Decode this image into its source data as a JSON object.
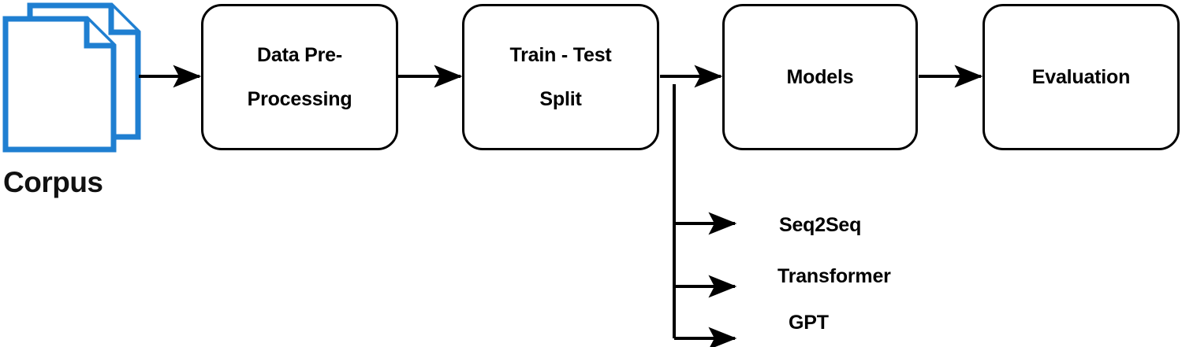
{
  "diagram": {
    "type": "flowchart",
    "title_text": "",
    "colors": {
      "stroke": "#000000",
      "corpus_blue": "#1f7fd1",
      "background": "#ffffff",
      "text": "#000000"
    },
    "source": {
      "icon_name": "documents-stack-icon",
      "label": "Corpus"
    },
    "stages": [
      {
        "id": "preprocessing",
        "lines": [
          "Data Pre-",
          "Processing"
        ]
      },
      {
        "id": "split",
        "lines": [
          "Train - Test",
          "Split"
        ]
      },
      {
        "id": "models",
        "lines": [
          "Models"
        ]
      },
      {
        "id": "evaluation",
        "lines": [
          "Evaluation"
        ]
      }
    ],
    "branch_labels": [
      {
        "id": "seq2seq",
        "label": "Seq2Seq"
      },
      {
        "id": "transformer",
        "label": "Transformer"
      },
      {
        "id": "gpt",
        "label": "GPT"
      }
    ],
    "connectors": [
      {
        "from": "corpus",
        "to": "preprocessing"
      },
      {
        "from": "preprocessing",
        "to": "split"
      },
      {
        "from": "split",
        "to": "models"
      },
      {
        "from": "models",
        "to": "evaluation"
      },
      {
        "from": "split-branch",
        "to": "seq2seq"
      },
      {
        "from": "split-branch",
        "to": "transformer"
      },
      {
        "from": "split-branch",
        "to": "gpt"
      }
    ]
  }
}
